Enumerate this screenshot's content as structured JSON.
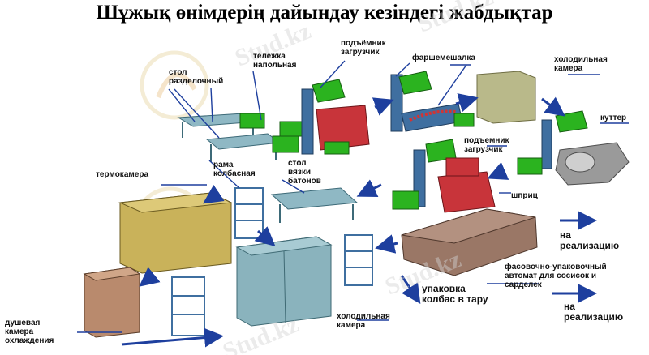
{
  "title": "Шұжық өнімдерің дайындау кезіндегі жабдықтар",
  "watermark": "Stud.kz",
  "labels": {
    "stol_razdelochny": "стол\nразделочный",
    "telezhka": "тележка\nнапольная",
    "podyemnik1": "подъёмник\nзагрузчик",
    "farshemeshalka": "фаршемешалка",
    "holod_kamera_top": "холодильная\nкамера",
    "kutter": "куттер",
    "podyemnik2": "подъемник\nзагрузчик",
    "shpric": "шприц",
    "termokamera": "термокамера",
    "rama": "рама\nколбасная",
    "stol_vyazki": "стол\nвязки\nбатонов",
    "na_realizaciyu_1": "на\nреализацию",
    "fasovochny": "фасовочно-упаковочный\nавтомат для сосисок и\nсарделек",
    "upakovka": "упаковка\nколбас в тару",
    "na_realizaciyu_2": "на\nреализацию",
    "holod_kamera_bottom": "холодильная\nкамера",
    "dushevaya": "душевая\nкамера\nохлаждения"
  },
  "colors": {
    "bin_green": "#2bb31f",
    "machine_red": "#c8343a",
    "steel_blue": "#3f6fa0",
    "arrow_blue": "#1e3f9e",
    "table_top": "#8fb8c4",
    "termokamera": "#c9b25a",
    "holod_kamera": "#8ab3bd",
    "dushevaya": "#b98a6d",
    "packer": "#9a7766",
    "crate": "#9ec2ce",
    "cold_top": "#b9b98a"
  }
}
